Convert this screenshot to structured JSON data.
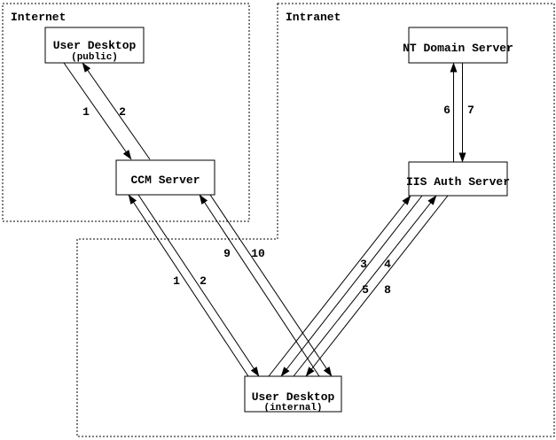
{
  "diagram": {
    "zones": {
      "internet": {
        "label": "Internet"
      },
      "intranet": {
        "label": "Intranet"
      }
    },
    "nodes": {
      "user_desktop_public": {
        "title": "User Desktop",
        "subtitle": "(public)"
      },
      "ccm_server": {
        "title": "CCM Server"
      },
      "nt_domain_server": {
        "title": "NT Domain Server"
      },
      "iis_auth_server": {
        "title": "IIS Auth Server"
      },
      "user_desktop_internal": {
        "title": "User Desktop",
        "subtitle": "(internal)"
      }
    },
    "edges": [
      {
        "between": [
          "User Desktop (public)",
          "CCM Server"
        ],
        "labels": [
          "1",
          "2"
        ]
      },
      {
        "between": [
          "User Desktop (internal)",
          "CCM Server"
        ],
        "labels": [
          "1",
          "2"
        ]
      },
      {
        "between": [
          "User Desktop (internal)",
          "CCM Server"
        ],
        "labels": [
          "9",
          "10"
        ]
      },
      {
        "between": [
          "User Desktop (internal)",
          "IIS Auth Server"
        ],
        "labels": [
          "3",
          "4"
        ]
      },
      {
        "between": [
          "User Desktop (internal)",
          "IIS Auth Server"
        ],
        "labels": [
          "5",
          "8"
        ]
      },
      {
        "between": [
          "IIS Auth Server",
          "NT Domain Server"
        ],
        "labels": [
          "6",
          "7"
        ]
      }
    ],
    "colors": {
      "line": "#000000",
      "background": "#ffffff"
    }
  }
}
